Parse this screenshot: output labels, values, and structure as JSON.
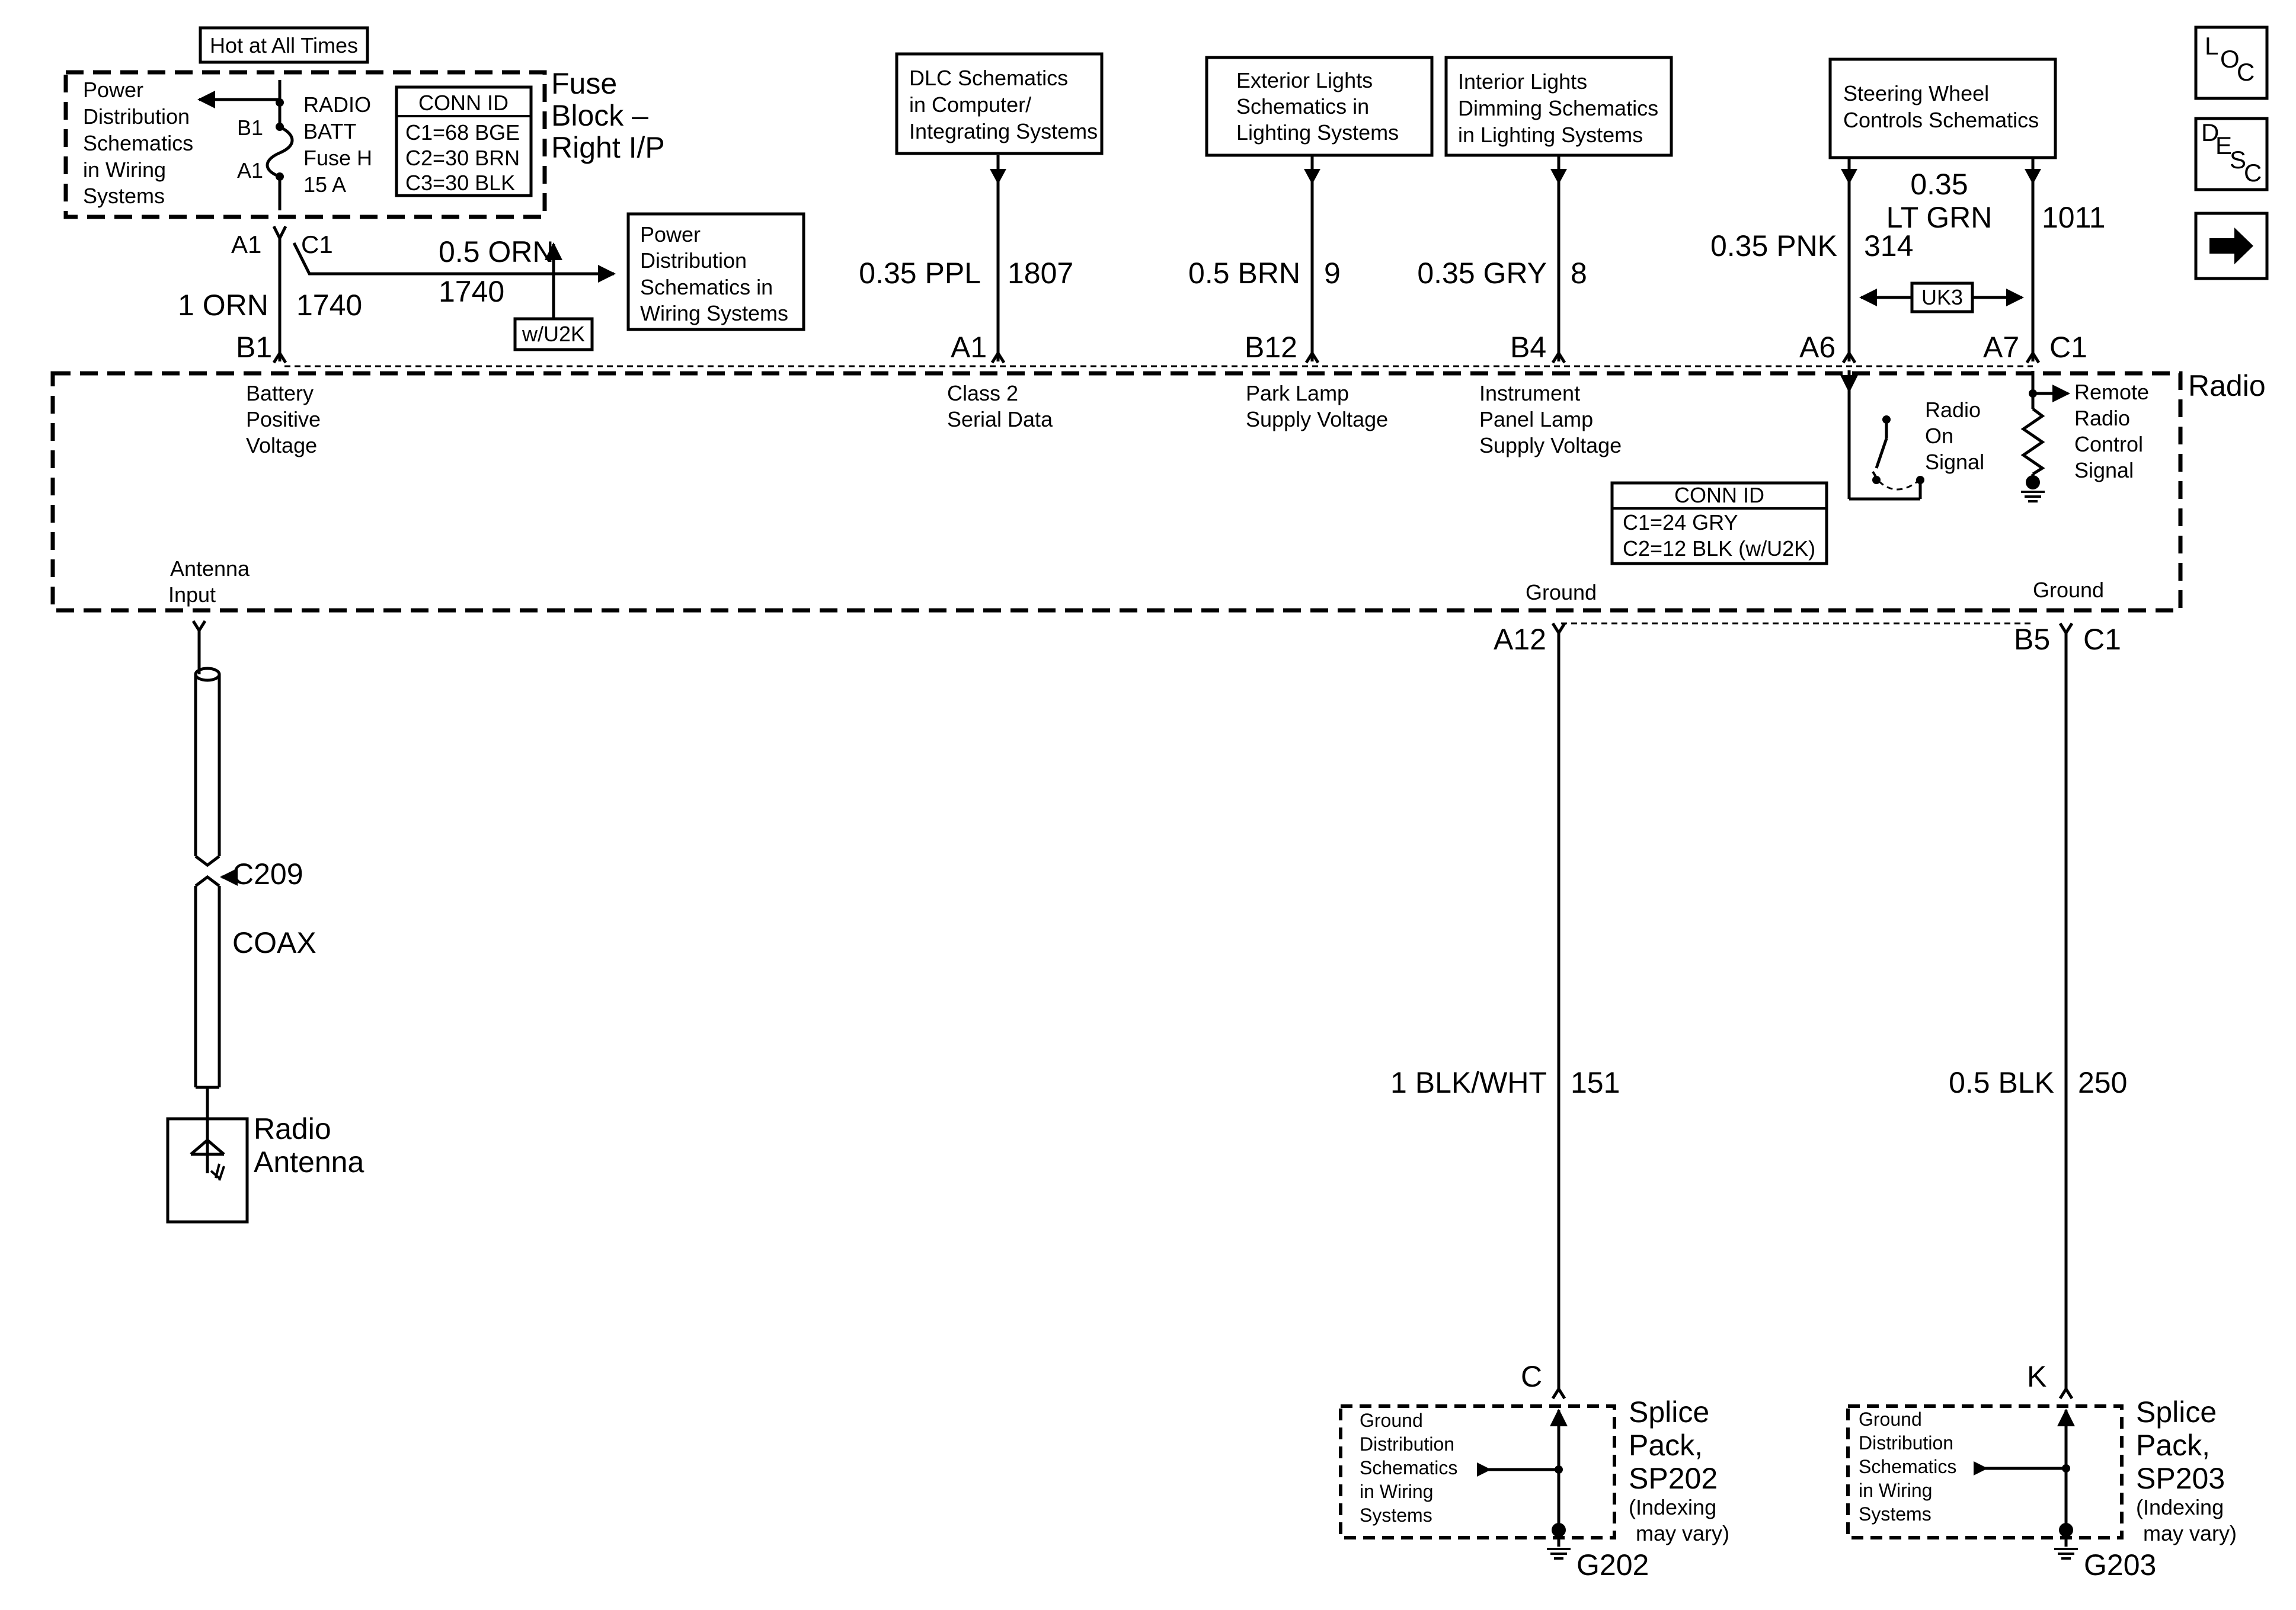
{
  "header_box": {
    "label": "Hot at All Times"
  },
  "fuse_block": {
    "title_lines": [
      "Fuse",
      "Block –",
      "Right I/P"
    ],
    "power_distribution_ref": [
      "Power",
      "Distribution",
      "Schematics",
      "in Wiring",
      "Systems"
    ],
    "pin_b1": "B1",
    "pin_a1": "A1",
    "fuse_lines": [
      "RADIO",
      "BATT",
      "Fuse H",
      "15 A"
    ],
    "conn_id": {
      "title": "CONN ID",
      "lines": [
        "C1=68 BGE",
        "C2=30 BRN",
        "C3=30 BLK"
      ]
    }
  },
  "battery_feed": {
    "pin_a1": "A1",
    "pin_c1": "C1",
    "wire_left": "1 ORN",
    "circuit_left": "1740",
    "branch_wire": "0.5 ORN",
    "branch_circuit": "1740",
    "option_tag": "w/U2K",
    "branch_ref": [
      "Power",
      "Distribution",
      "Schematics in",
      "Wiring Systems"
    ],
    "radio_pin": "B1",
    "radio_pin_label": [
      "Battery",
      "Positive",
      "Voltage"
    ]
  },
  "ref_boxes": {
    "dlc": [
      "DLC Schematics",
      "in Computer/",
      "Integrating Systems"
    ],
    "exterior": [
      "Exterior Lights",
      "Schematics in",
      "Lighting Systems"
    ],
    "interior": [
      "Interior Lights",
      "Dimming Schematics",
      "in Lighting Systems"
    ],
    "steering": [
      "Steering Wheel",
      "Controls Schematics"
    ]
  },
  "circuits": {
    "serial": {
      "wire": "0.35 PPL",
      "number": "1807",
      "pin": "A1",
      "function": [
        "Class 2",
        "Serial Data"
      ]
    },
    "park": {
      "wire": "0.5 BRN",
      "number": "9",
      "pin": "B12",
      "function": [
        "Park Lamp",
        "Supply Voltage"
      ]
    },
    "panel": {
      "wire": "0.35 GRY",
      "number": "8",
      "pin": "B4",
      "function": [
        "Instrument",
        "Panel Lamp",
        "Supply Voltage"
      ]
    },
    "radio_on": {
      "wire": "0.35 PNK",
      "number": "314",
      "pin": "A6",
      "function": [
        "Radio",
        "On",
        "Signal"
      ]
    },
    "remote": {
      "wire_line1": "0.35",
      "wire_line2": "LT GRN",
      "number": "1011",
      "pin": "A7",
      "pin_conn": "C1",
      "function": [
        "Remote",
        "Radio",
        "Control",
        "Signal"
      ]
    },
    "option_tag": "UK3"
  },
  "radio": {
    "label": "Radio",
    "conn_id": {
      "title": "CONN ID",
      "lines": [
        "C1=24 GRY",
        "C2=12 BLK (w/U2K)"
      ]
    },
    "antenna_input": [
      "Antenna",
      "Input"
    ]
  },
  "antenna": {
    "connector": "C209",
    "cable": "COAX",
    "label": [
      "Radio",
      "Antenna"
    ]
  },
  "grounds": {
    "g202": {
      "radio_label": "Ground",
      "pin": "A12",
      "wire": "1 BLK/WHT",
      "number": "151",
      "splice_pin": "C",
      "ref": [
        "Ground",
        "Distribution",
        "Schematics",
        "in Wiring",
        "Systems"
      ],
      "splice_label": [
        "Splice",
        "Pack,",
        "SP202"
      ],
      "splice_note": [
        "(Indexing",
        "may vary)"
      ],
      "ground": "G202"
    },
    "g203": {
      "radio_label": "Ground",
      "pin": "B5",
      "pin_conn": "C1",
      "wire": "0.5 BLK",
      "number": "250",
      "splice_pin": "K",
      "ref": [
        "Ground",
        "Distribution",
        "Schematics",
        "in Wiring",
        "Systems"
      ],
      "splice_label": [
        "Splice",
        "Pack,",
        "SP203"
      ],
      "splice_note": [
        "(Indexing",
        "may vary)"
      ],
      "ground": "G203"
    }
  },
  "nav": {
    "loc": {
      "l": "L",
      "o": "O",
      "c": "C"
    },
    "desc": {
      "d": "D",
      "e": "E",
      "s": "S",
      "c": "C"
    },
    "next": "next-arrow-icon"
  }
}
